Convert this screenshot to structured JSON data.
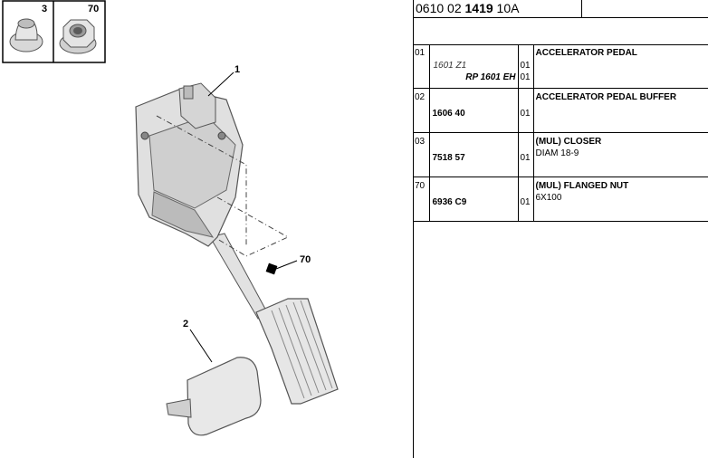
{
  "header": {
    "ref_prefix": "0610 02",
    "ref_bold": "1419",
    "ref_suffix": "10A"
  },
  "inset_labels": [
    "3",
    "70"
  ],
  "callouts": [
    "1",
    "2",
    "70"
  ],
  "parts": [
    {
      "no": "01",
      "refs": [
        {
          "code": "1601 Z1",
          "qty": "01"
        },
        {
          "code": "RP 1601 EH",
          "qty": "01"
        }
      ],
      "name": "ACCELERATOR PEDAL",
      "detail": ""
    },
    {
      "no": "02",
      "ref": "1606 40",
      "qty": "01",
      "name": "ACCELERATOR PEDAL BUFFER",
      "detail": ""
    },
    {
      "no": "03",
      "ref": "7518 57",
      "qty": "01",
      "name": "(MUL) CLOSER",
      "detail": "DIAM 18-9"
    },
    {
      "no": "70",
      "ref": "6936 C9",
      "qty": "01",
      "name": "(MUL) FLANGED NUT",
      "detail": "6X100"
    }
  ]
}
